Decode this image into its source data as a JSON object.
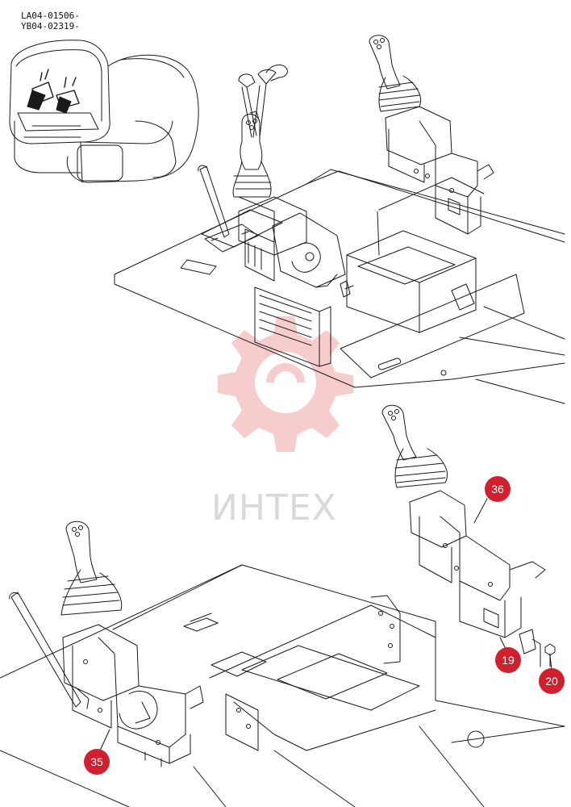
{
  "header": {
    "serial_1": "LA04-01506-",
    "serial_2": "YB04-02319-"
  },
  "watermark": {
    "text": "ИНТЕХ",
    "gear_color": "#f6c4c4",
    "text_color": "#d9d9d9"
  },
  "callouts": [
    {
      "label": "36"
    },
    {
      "label": "19"
    },
    {
      "label": "20"
    },
    {
      "label": "35"
    }
  ],
  "colors": {
    "line": "#1a1a1a",
    "callout": "#d0202e"
  }
}
